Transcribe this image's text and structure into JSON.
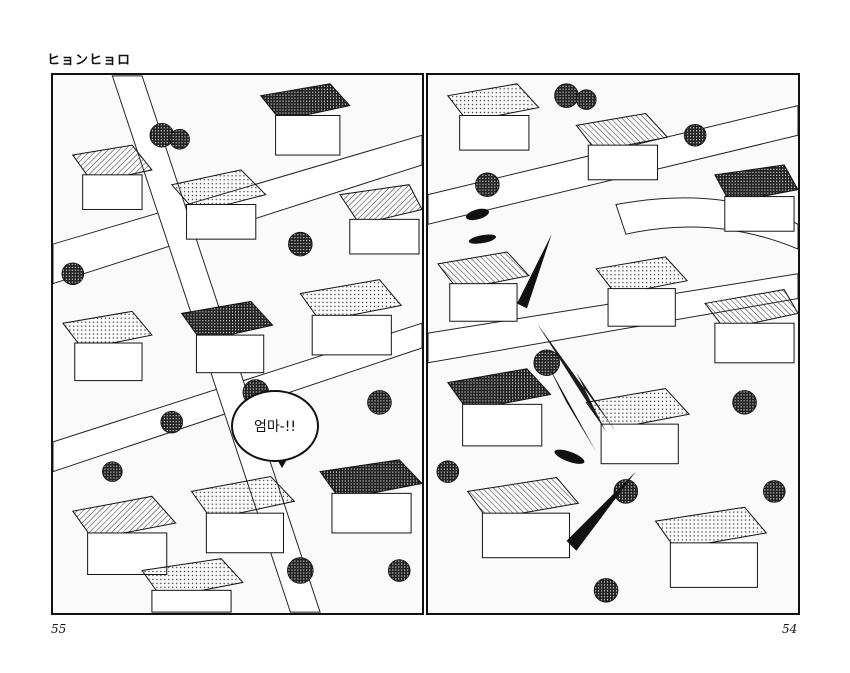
{
  "header": {
    "series_title": "ヒョンヒョロ"
  },
  "pages": {
    "left_number": "55",
    "right_number": "54"
  },
  "dialogue": {
    "bubble_text": "엄마-!!"
  },
  "colors": {
    "ink": "#111111",
    "paper": "#ffffff"
  }
}
